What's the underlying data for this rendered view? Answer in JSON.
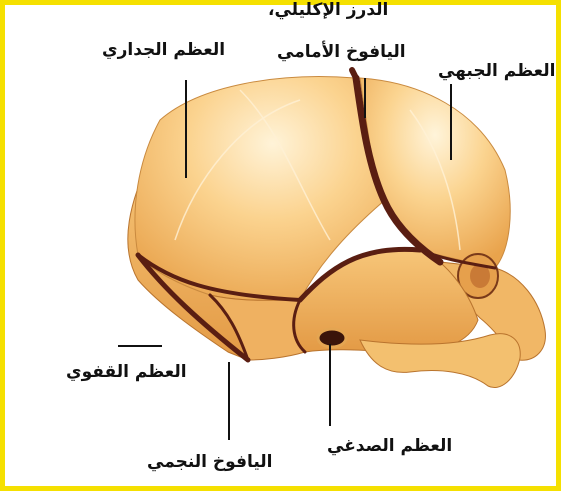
{
  "labels": {
    "coronal_suture_line1": "الدرز  الإكليلي،",
    "anterior_fontanelle": "اليافوخ الأمامي",
    "parietal_bone": "العظم الجداري",
    "frontal_bone": "العظم الجبهي",
    "occipital_bone": "العظم القفوي",
    "mastoid_fontanelle": "اليافوخ النجمي",
    "temporal_bone": "العظم الصدغي"
  },
  "colors": {
    "border": "#f5e000",
    "bone_light": "#fbd79a",
    "bone_mid": "#f3b85f",
    "bone_dark": "#d8903c",
    "suture": "#5a1e12",
    "line": "#111111"
  }
}
